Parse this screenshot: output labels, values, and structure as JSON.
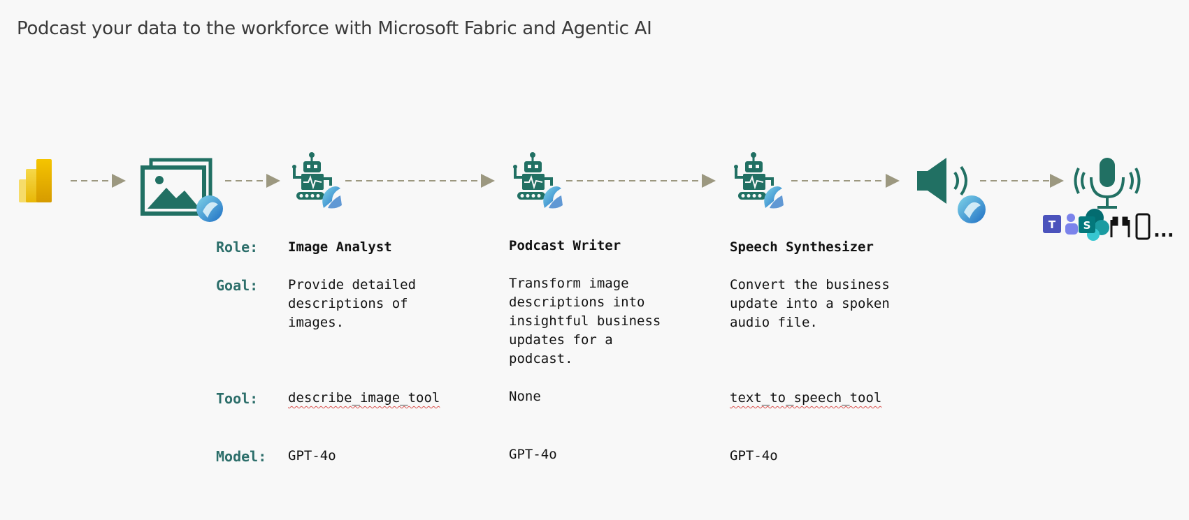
{
  "title": "Podcast your data to the workforce with Microsoft Fabric and Agentic AI",
  "flow_nodes": [
    {
      "name": "power-bi-icon"
    },
    {
      "name": "image-gallery-icon"
    },
    {
      "name": "robot-agent-icon"
    },
    {
      "name": "robot-agent-icon"
    },
    {
      "name": "robot-agent-icon"
    },
    {
      "name": "speaker-icon"
    },
    {
      "name": "microphone-icon"
    }
  ],
  "destinations_ellipsis": "...",
  "labels": {
    "role": "Role:",
    "goal": "Goal:",
    "tool": "Tool:",
    "model": "Model:"
  },
  "agents": [
    {
      "role": "Image Analyst",
      "goal": "Provide detailed\ndescriptions of\nimages.",
      "tool": "describe_image_tool",
      "model": "GPT-4o"
    },
    {
      "role": "Podcast Writer",
      "goal": "Transform image\ndescriptions into\ninsightful business\nupdates for a\npodcast.",
      "tool": "None",
      "model": "GPT-4o"
    },
    {
      "role": "Speech Synthesizer",
      "goal": "Convert the business\nupdate into a spoken\naudio file.",
      "tool": "text_to_speech_tool",
      "model": "GPT-4o"
    }
  ],
  "colors": {
    "teal": "#217063",
    "arrow": "#9c9880",
    "label": "#2c6e6a",
    "powerbi": "#f2c811",
    "fabric_badge": "#3a8fd6"
  }
}
